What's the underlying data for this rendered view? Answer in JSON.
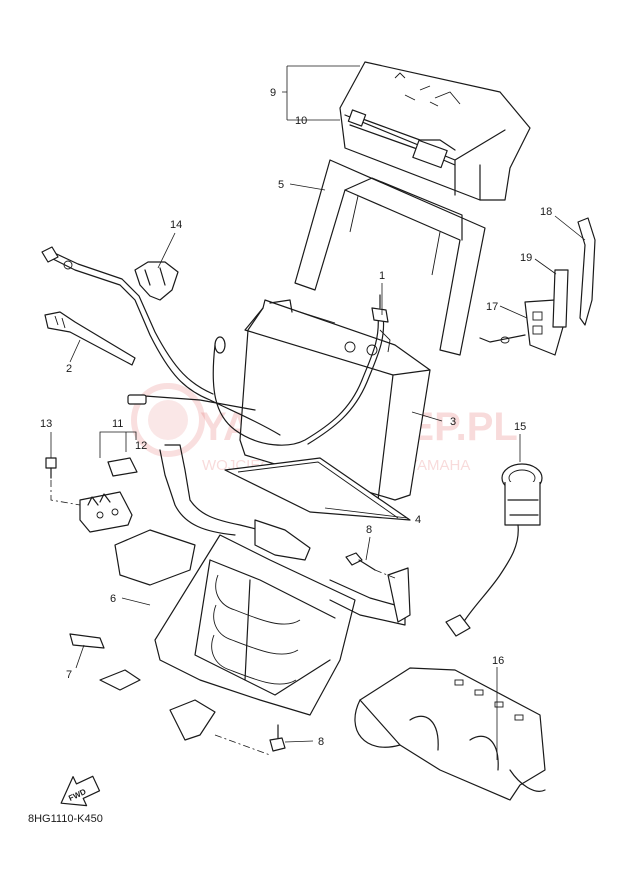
{
  "diagram": {
    "code": "8HG1110-K450",
    "fwd_label": "FWD",
    "watermark": {
      "brand": "YAMA-SKLEP.PL",
      "subtitle": "WOJCIECHOWICZ | DEALER YAMAHA"
    },
    "callouts": [
      "1",
      "2",
      "3",
      "4",
      "5",
      "6",
      "7",
      "8",
      "8",
      "9",
      "10",
      "11",
      "12",
      "13",
      "14",
      "15",
      "16",
      "17",
      "18",
      "19"
    ]
  }
}
